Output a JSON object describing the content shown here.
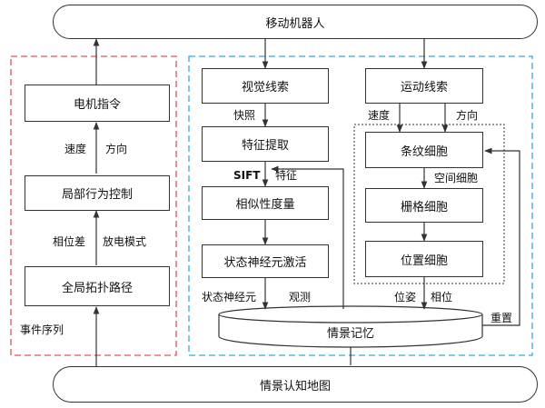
{
  "colors": {
    "left_region": "#e05555",
    "right_region": "#3aa6dc",
    "line": "#333333"
  },
  "top_node": "移动机器人",
  "bottom_node": "情景认知地图",
  "left": {
    "region_label": "事件序列",
    "boxes": [
      "电机指令",
      "局部行为控制",
      "全局拓扑路径"
    ],
    "edge_labels": {
      "speed": "速度",
      "direction": "方向",
      "phase_diff": "相位差",
      "discharge": "放电模式"
    }
  },
  "right": {
    "visual_col": [
      "视觉线索",
      "特征提取",
      "相似性度量",
      "状态神经元激活"
    ],
    "motion_col": [
      "运动线索",
      "条纹细胞",
      "栅格细胞",
      "位置细胞"
    ],
    "memory": "情景记忆",
    "edge_labels": {
      "snapshot": "快照",
      "sift": "SIFT",
      "feature": "特征",
      "speed": "速度",
      "direction": "方向",
      "spatial_cell": "空间细胞",
      "state_neuron": "状态神经元",
      "observe": "观测",
      "pose": "位姿",
      "phase": "相位",
      "reset": "重置"
    }
  }
}
